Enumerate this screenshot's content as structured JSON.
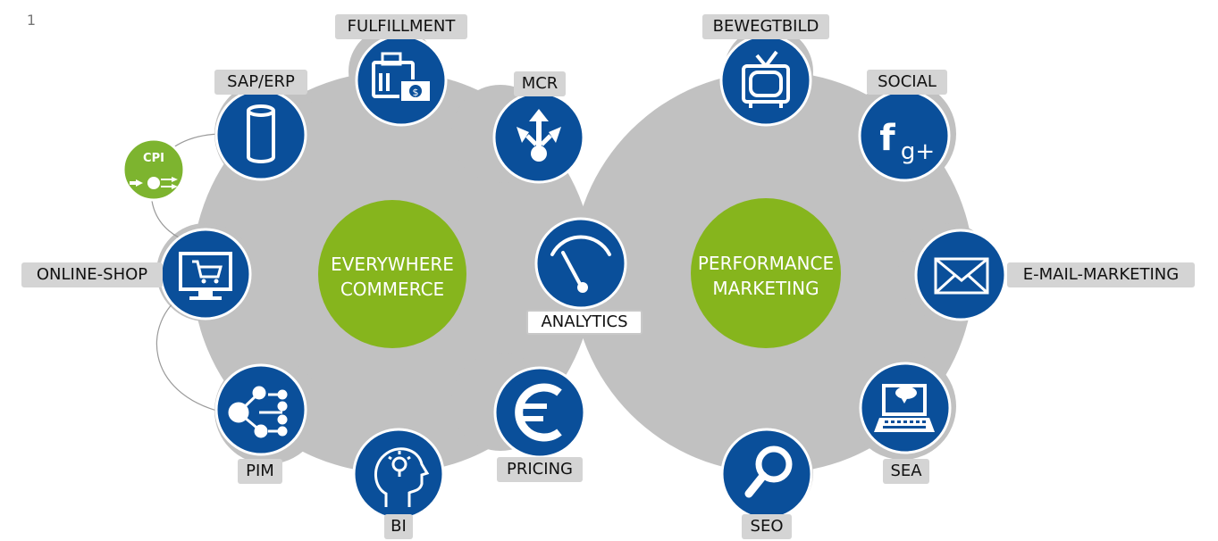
{
  "figure_marker": "1",
  "hubs": {
    "left": {
      "line1": "EVERYWHERE",
      "line2": "COMMERCE"
    },
    "right": {
      "line1": "PERFORMANCE",
      "line2": "MARKETING"
    },
    "center": {
      "label": "ANALYTICS",
      "icon": "gauge-icon"
    }
  },
  "nodes": [
    {
      "id": "fulfillment",
      "label": "FULFILLMENT",
      "icon": "shopping-basket-money-icon"
    },
    {
      "id": "sap-erp",
      "label": "SAP/ERP",
      "icon": "database-cylinder-icon"
    },
    {
      "id": "mcr",
      "label": "MCR",
      "icon": "multichannel-arrows-icon"
    },
    {
      "id": "cpi",
      "label": "CPI",
      "icon": "cpi-gear-arrows-icon"
    },
    {
      "id": "online-shop",
      "label": "ONLINE-SHOP",
      "icon": "monitor-cart-icon"
    },
    {
      "id": "pim",
      "label": "PIM",
      "icon": "tree-network-icon"
    },
    {
      "id": "bi",
      "label": "BI",
      "icon": "head-lightbulb-icon"
    },
    {
      "id": "pricing",
      "label": "PRICING",
      "icon": "euro-icon"
    },
    {
      "id": "bewegtbild",
      "label": "BEWEGTBILD",
      "icon": "tv-icon"
    },
    {
      "id": "social",
      "label": "SOCIAL",
      "icon": "facebook-googleplus-icon",
      "glyph_f": "f",
      "glyph_g": "g+"
    },
    {
      "id": "email",
      "label": "E-MAIL-MARKETING",
      "icon": "envelope-icon"
    },
    {
      "id": "sea",
      "label": "SEA",
      "icon": "laptop-chat-icon"
    },
    {
      "id": "seo",
      "label": "SEO",
      "icon": "magnifier-icon"
    }
  ],
  "colors": {
    "gear": "#c1c1c1",
    "node": "#0a4f9a",
    "hub": "#86b51d",
    "cpi": "#7db42f",
    "label_bg": "#d4d4d4",
    "connector": "#9a9a9a"
  }
}
